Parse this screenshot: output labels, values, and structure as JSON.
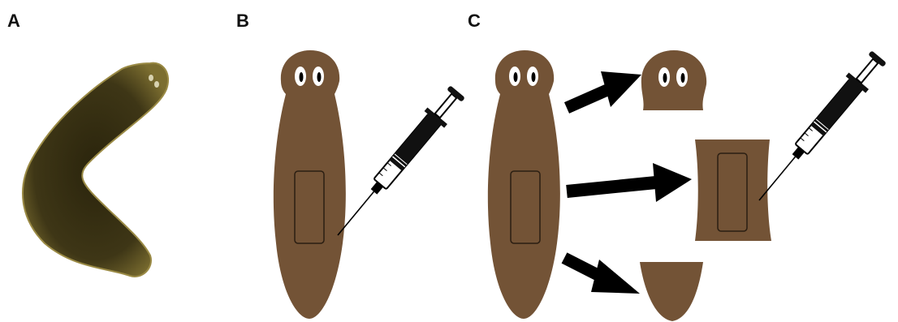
{
  "panels": [
    {
      "label": "A"
    },
    {
      "label": "B"
    },
    {
      "label": "C"
    }
  ],
  "colors": {
    "worm_body": "#735336",
    "worm_outline": "#3a2a1a",
    "eye": "#ffffff",
    "pupil": "#000000",
    "arrow": "#000000",
    "photo_worm": "#3a3014",
    "photo_worm_light": "#8a7a3a"
  },
  "icons": {
    "syringe": "syringe-icon",
    "arrow": "arrow-icon"
  }
}
